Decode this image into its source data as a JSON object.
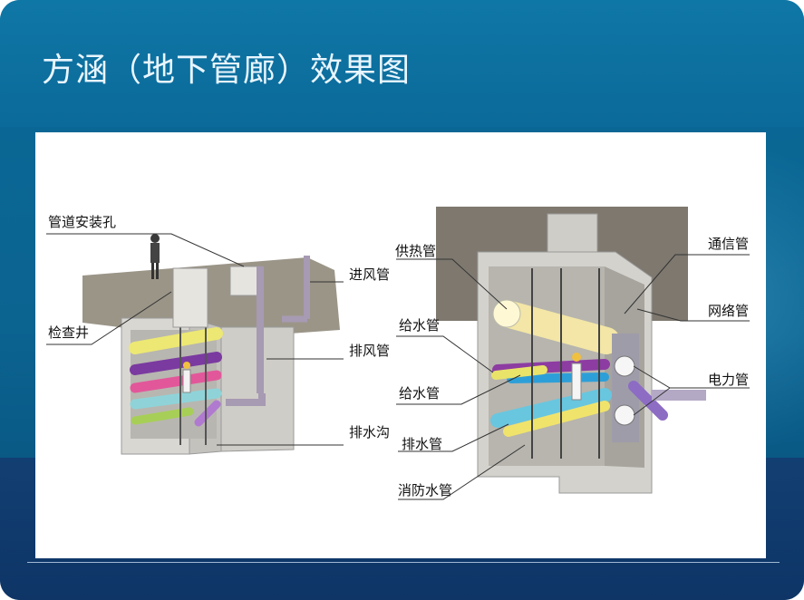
{
  "slide": {
    "title": "方涵（地下管廊）效果图",
    "colors": {
      "primary": "#0b6a99",
      "dark": "#0f3f6e",
      "panel": "#ffffff"
    }
  },
  "diagram": {
    "left_labels": {
      "pipe_install_hole": "管道安装孔",
      "inspection_well": "检查井",
      "air_inlet_pipe": "进风管",
      "exhaust_pipe": "排风管",
      "drainage_ditch": "排水沟"
    },
    "right_labels": {
      "heating_pipe": "供热管",
      "water_supply_pipe_1": "给水管",
      "water_supply_pipe_2": "给水管",
      "drain_pipe": "排水管",
      "fire_water_pipe": "消防水管",
      "telecom_pipe": "通信管",
      "network_pipe": "网络管",
      "power_pipe": "电力管"
    }
  }
}
